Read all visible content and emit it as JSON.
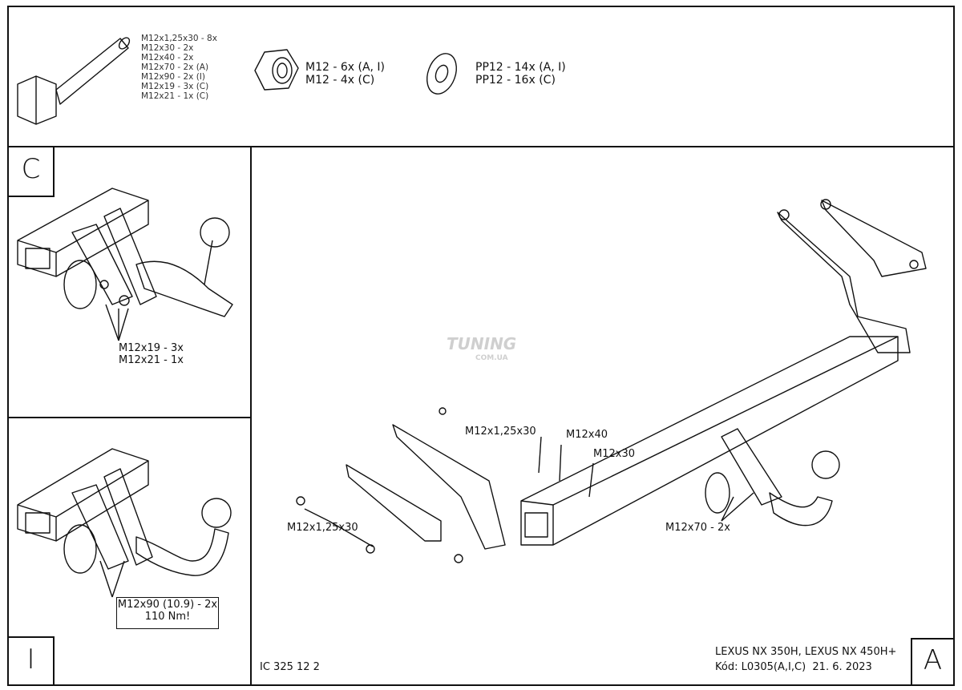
{
  "parts": {
    "bolt_list": [
      "M12x1,25x30 - 8x",
      "M12x30 - 2x",
      "M12x40 - 2x",
      "M12x70 - 2x (A)",
      "M12x90 - 2x (I)",
      "M12x19 - 3x (C)",
      "M12x21 - 1x (C)"
    ],
    "nut_list": [
      "M12 - 6x (A, I)",
      "M12 - 4x (C)"
    ],
    "washer_list": [
      "PP12 - 14x (A, I)",
      "PP12 - 16x (C)"
    ]
  },
  "variant_c": {
    "letter": "C",
    "labels": [
      "M12x19 - 3x",
      "M12x21 - 1x"
    ]
  },
  "variant_i": {
    "letter": "I",
    "labels": [
      "M12x90 (10.9) - 2x",
      "110 Nm!"
    ]
  },
  "variant_a": {
    "letter": "A",
    "labels": {
      "bolt_top": "M12x1,25x30",
      "bolt_40": "M12x40",
      "bolt_30": "M12x30",
      "bolt_left": "M12x1,25x30",
      "bolt_70": "M12x70 - 2x"
    }
  },
  "footer": {
    "code": "IC 325 12 2",
    "model": "LEXUS NX 350H, LEXUS NX 450H+",
    "kod": "Kód: L0305(A,I,C)  21. 6. 2023"
  },
  "watermark": {
    "text": "TUNING",
    "sub": "COM.UA"
  }
}
